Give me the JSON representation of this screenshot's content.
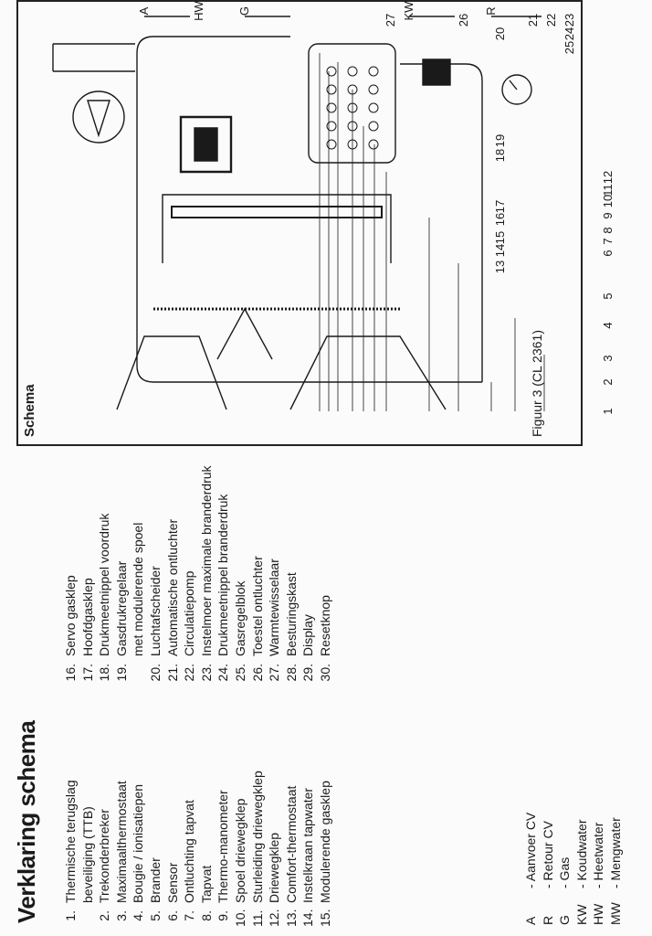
{
  "heading": "Verklaring schema",
  "items_col1": [
    {
      "num": "1.",
      "text": "Thermische terugslag"
    },
    {
      "num": "",
      "text": "beveiliging (TTB)"
    },
    {
      "num": "2.",
      "text": "Trekonderbreker"
    },
    {
      "num": "3.",
      "text": "Maximaalthermostaat"
    },
    {
      "num": "4.",
      "text": "Bougie / ionisatiepen"
    },
    {
      "num": "5.",
      "text": "Brander"
    },
    {
      "num": "6.",
      "text": "Sensor"
    },
    {
      "num": "7.",
      "text": "Ontluchting tapvat"
    },
    {
      "num": "8.",
      "text": "Tapvat"
    },
    {
      "num": "9.",
      "text": "Thermo-manometer"
    },
    {
      "num": "10.",
      "text": "Spoel driewegklep"
    },
    {
      "num": "11.",
      "text": "Sturleiding driewegklep"
    },
    {
      "num": "12.",
      "text": "Driewegklep"
    },
    {
      "num": "13.",
      "text": "Comfort-thermostaat"
    },
    {
      "num": "14.",
      "text": "Instelkraan tapwater"
    },
    {
      "num": "15.",
      "text": "Modulerende gasklep"
    }
  ],
  "items_col2": [
    {
      "num": "16.",
      "text": "Servo gasklep"
    },
    {
      "num": "17.",
      "text": "Hoofdgasklep"
    },
    {
      "num": "18.",
      "text": "Drukmeetnippel voordruk"
    },
    {
      "num": "19.",
      "text": "Gasdrukregelaar"
    },
    {
      "num": "",
      "text": "met modulerende spoel"
    },
    {
      "num": "20.",
      "text": "Luchtafscheider"
    },
    {
      "num": "21.",
      "text": "Automatische ontluchter"
    },
    {
      "num": "22.",
      "text": "Circulatiepomp"
    },
    {
      "num": "23.",
      "text": "Instelmoer maximale branderdruk"
    },
    {
      "num": "24.",
      "text": "Drukmeetnippel branderdruk"
    },
    {
      "num": "25.",
      "text": "Gasregelblok"
    },
    {
      "num": "26.",
      "text": "Toestel ontluchter"
    },
    {
      "num": "27.",
      "text": "Warmtewisselaar"
    },
    {
      "num": "28.",
      "text": "Besturingskast"
    },
    {
      "num": "29.",
      "text": "Display"
    },
    {
      "num": "30.",
      "text": "Resetknop"
    }
  ],
  "legend": [
    {
      "key": "A",
      "text": "- Aanvoer CV"
    },
    {
      "key": "R",
      "text": "- Retour CV"
    },
    {
      "key": "G",
      "text": "- Gas"
    },
    {
      "key": "KW",
      "text": "- Koudwater"
    },
    {
      "key": "HW",
      "text": "- Heetwater"
    },
    {
      "key": "MW",
      "text": "- Mengwater"
    }
  ],
  "schema": {
    "title": "Schema",
    "caption": "Figuur 3 (CL 2361)",
    "left_numbers": [
      "1",
      "2",
      "3",
      "4",
      "5",
      "6",
      "7",
      "8",
      "9",
      "10",
      "11",
      "12"
    ],
    "right_numbers": [
      "13",
      "14",
      "15",
      "16",
      "17",
      "18",
      "19",
      "20",
      "21",
      "22",
      "23",
      "24",
      "25",
      "26",
      "27"
    ],
    "port_labels": [
      "A",
      "HW",
      "G",
      "KW",
      "R"
    ]
  },
  "colors": {
    "ink": "#1a1a1a",
    "paper": "#fbfbfb"
  }
}
